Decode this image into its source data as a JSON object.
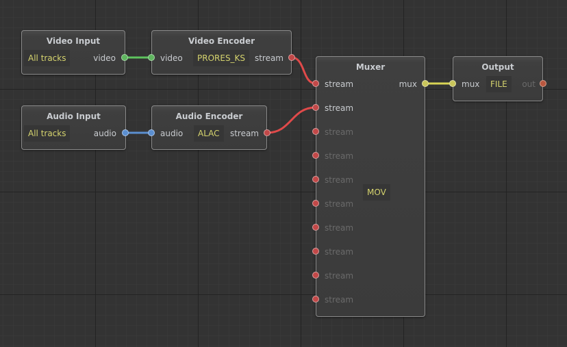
{
  "colors": {
    "background": "#333333",
    "video_link": "#5ec45e",
    "audio_link": "#5b8fd0",
    "stream_link": "#e04a4a",
    "mux_link": "#d8d454",
    "param_text": "#d6d46e"
  },
  "nodes": {
    "video_input": {
      "title": "Video Input",
      "param": "All tracks",
      "output": "video"
    },
    "video_encoder": {
      "title": "Video Encoder",
      "input": "video",
      "param": "PRORES_KS",
      "output": "stream"
    },
    "audio_input": {
      "title": "Audio Input",
      "param": "All tracks",
      "output": "audio"
    },
    "audio_encoder": {
      "title": "Audio Encoder",
      "input": "audio",
      "param": "ALAC",
      "output": "stream"
    },
    "muxer": {
      "title": "Muxer",
      "param": "MOV",
      "output": "mux",
      "inputs": [
        {
          "label": "stream",
          "connected": true
        },
        {
          "label": "stream",
          "connected": true
        },
        {
          "label": "stream",
          "connected": false
        },
        {
          "label": "stream",
          "connected": false
        },
        {
          "label": "stream",
          "connected": false
        },
        {
          "label": "stream",
          "connected": false
        },
        {
          "label": "stream",
          "connected": false
        },
        {
          "label": "stream",
          "connected": false
        },
        {
          "label": "stream",
          "connected": false
        },
        {
          "label": "stream",
          "connected": false
        }
      ]
    },
    "output": {
      "title": "Output",
      "input": "mux",
      "param": "FILE",
      "output": "out"
    }
  },
  "links": [
    {
      "from": "video_input.video",
      "to": "video_encoder.video",
      "type": "video"
    },
    {
      "from": "audio_input.audio",
      "to": "audio_encoder.audio",
      "type": "audio"
    },
    {
      "from": "video_encoder.stream",
      "to": "muxer.stream_1",
      "type": "stream"
    },
    {
      "from": "audio_encoder.stream",
      "to": "muxer.stream_2",
      "type": "stream"
    },
    {
      "from": "muxer.mux",
      "to": "output.mux",
      "type": "mux"
    }
  ]
}
